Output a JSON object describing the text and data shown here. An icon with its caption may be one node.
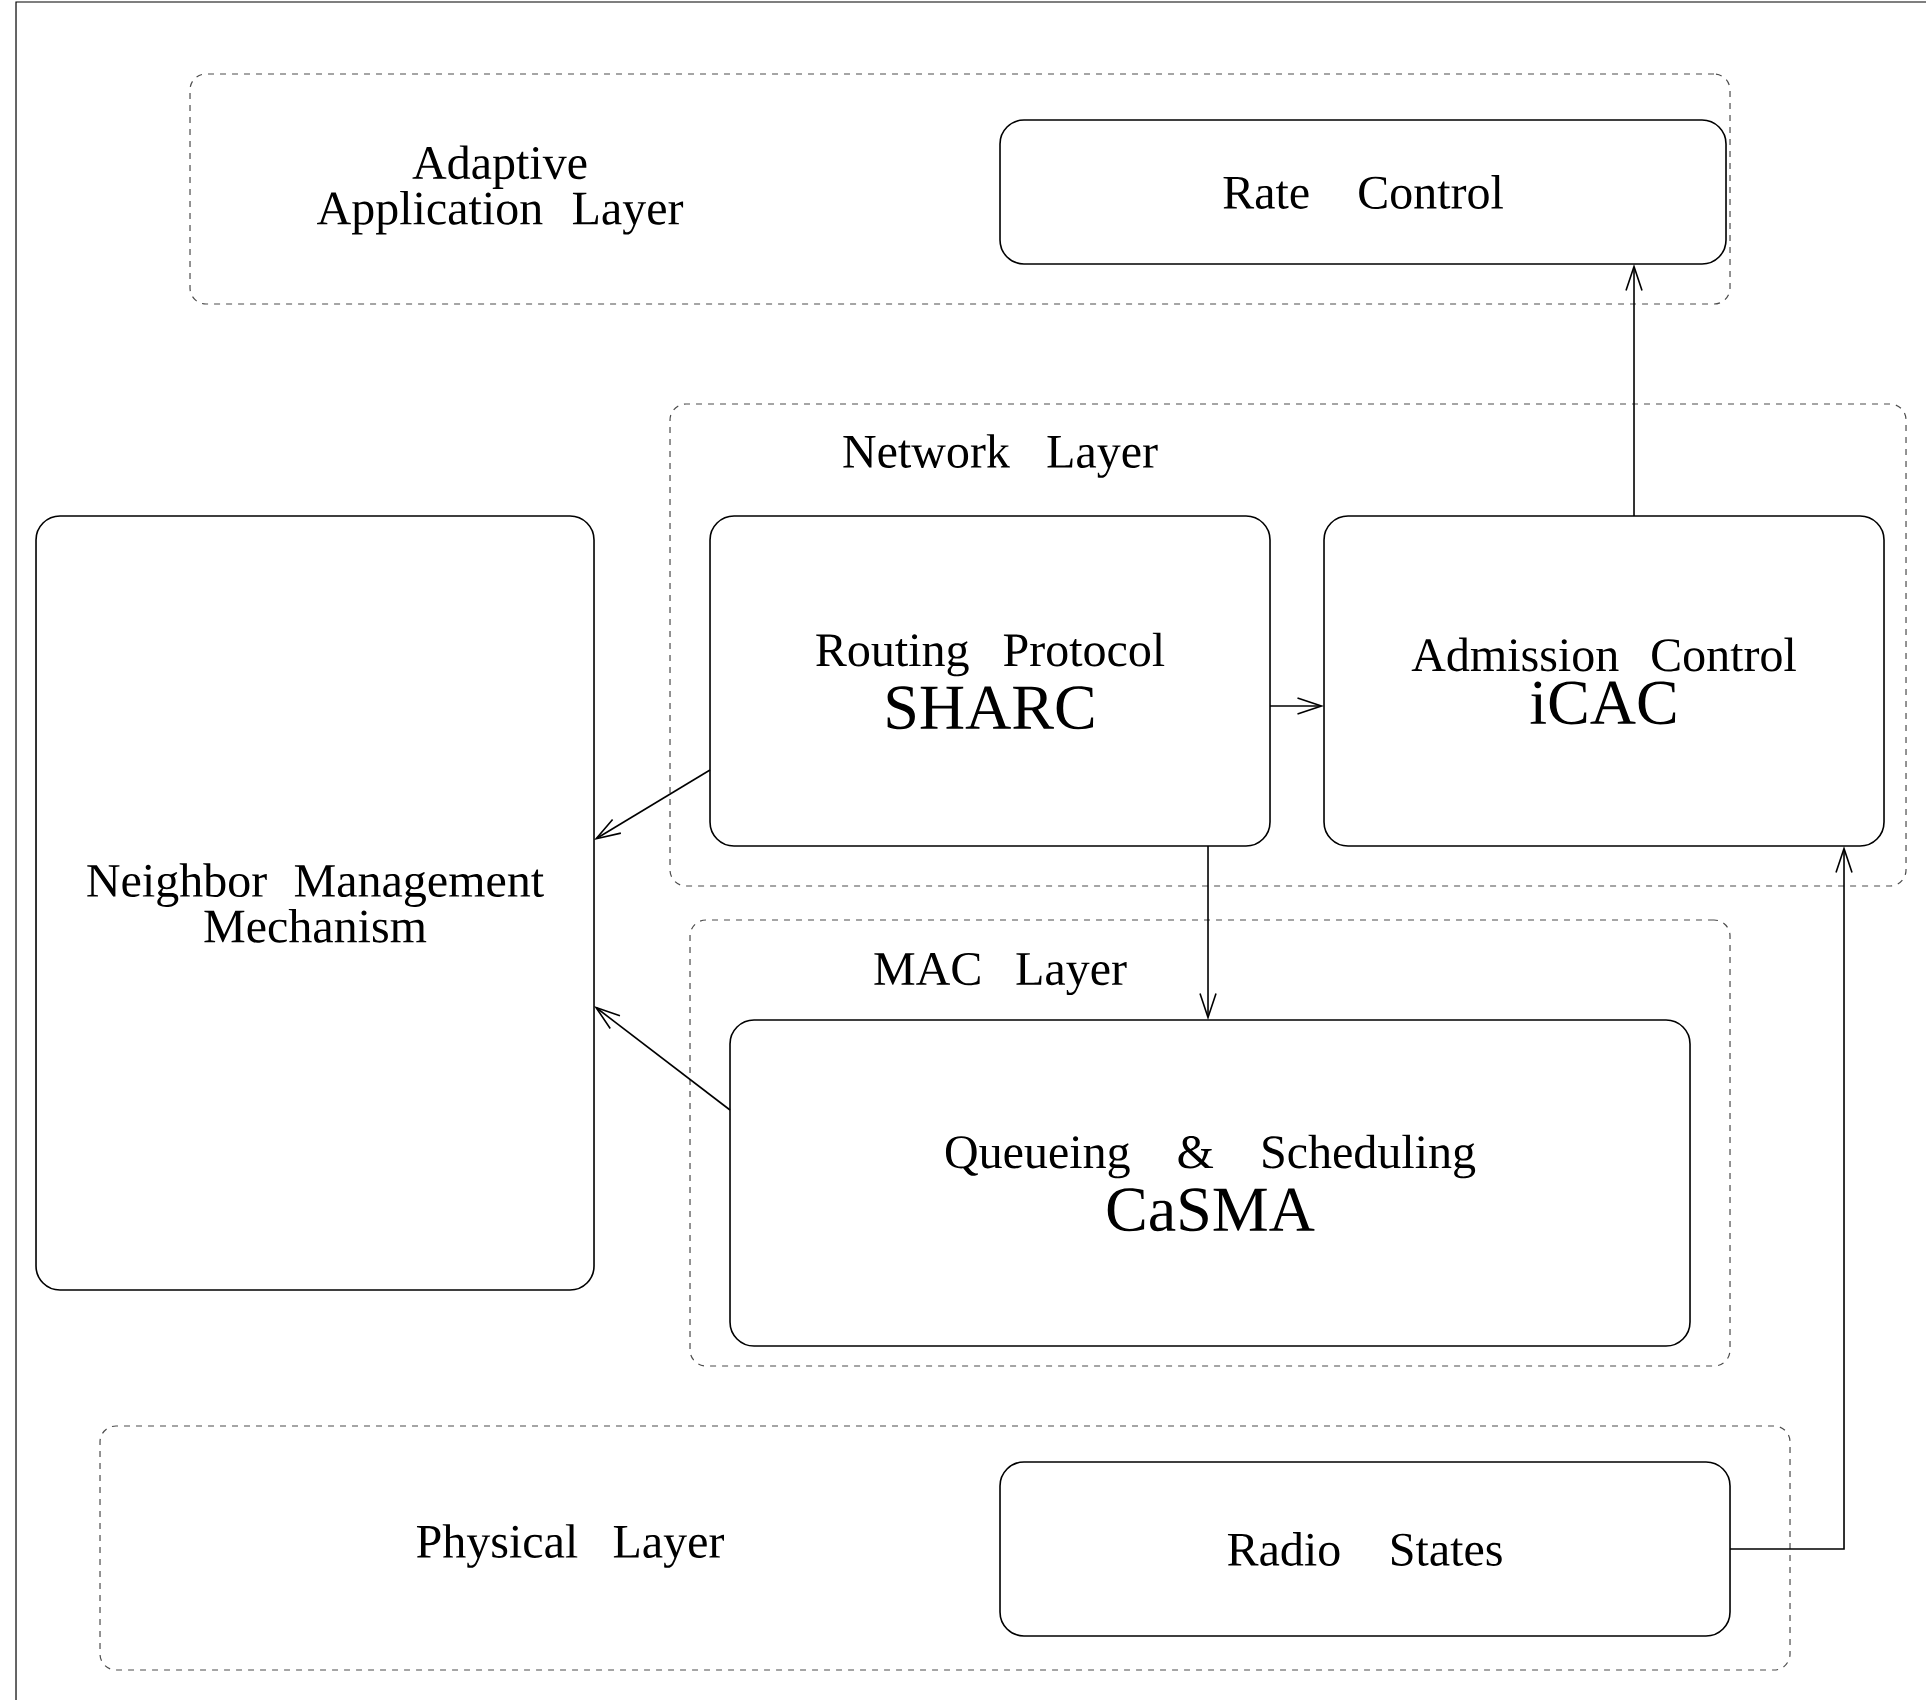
{
  "diagram": {
    "nodes": [
      {
        "text": [
          "Adaptive Application Layer"
        ]
      },
      {
        "text": [
          "Rate Control"
        ],
        "in": 0
      },
      {
        "text": [
          "Network Layer"
        ]
      },
      {
        "text": [
          "Routing Protocol",
          "SHARC"
        ],
        "in": 2
      },
      {
        "text": [
          "Admission Control",
          "iCAC"
        ],
        "in": 2
      },
      {
        "text": [
          "Neighbor Management Mechanism"
        ]
      },
      {
        "text": [
          "MAC Layer"
        ]
      },
      {
        "text": [
          "Queueing & Scheduling",
          "CaSMA"
        ],
        "in": 6
      },
      {
        "text": [
          "Physical Layer"
        ]
      },
      {
        "text": [
          "Radio States"
        ],
        "in": 8
      }
    ],
    "edges": [
      {
        "from": 4,
        "to": 1,
        "arrow": "to"
      },
      {
        "from": 3,
        "to": 4,
        "arrow": "to"
      },
      {
        "from": 3,
        "to": 7,
        "arrow": "to"
      },
      {
        "from": 3,
        "to": 5,
        "arrow": "to"
      },
      {
        "from": 7,
        "to": 5,
        "arrow": "to"
      },
      {
        "from": 9,
        "to": 4,
        "arrow": "to"
      }
    ]
  }
}
